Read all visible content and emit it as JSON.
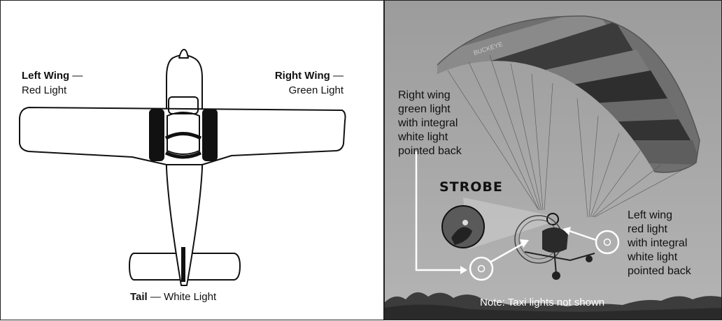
{
  "left": {
    "left_wing": {
      "title": "Left Wing",
      "dash": " —",
      "light": "Red Light"
    },
    "right_wing": {
      "title": "Right Wing",
      "dash": " —",
      "light": "Green Light"
    },
    "tail": {
      "title": "Tail",
      "rest": " — White Light"
    }
  },
  "right": {
    "canopy_text": "BUCKEYE",
    "right_wing_note": [
      "Right wing",
      "green light",
      "with integral",
      "white light",
      "pointed back"
    ],
    "strobe": "STROBE",
    "left_wing_note": [
      "Left wing",
      "red light",
      "with integral",
      "white light",
      "pointed back"
    ],
    "note": "Note: Taxi lights not shown"
  },
  "colors": {
    "sky": "#a9a9a9",
    "ink": "#111111",
    "marker": "#ffffff"
  }
}
